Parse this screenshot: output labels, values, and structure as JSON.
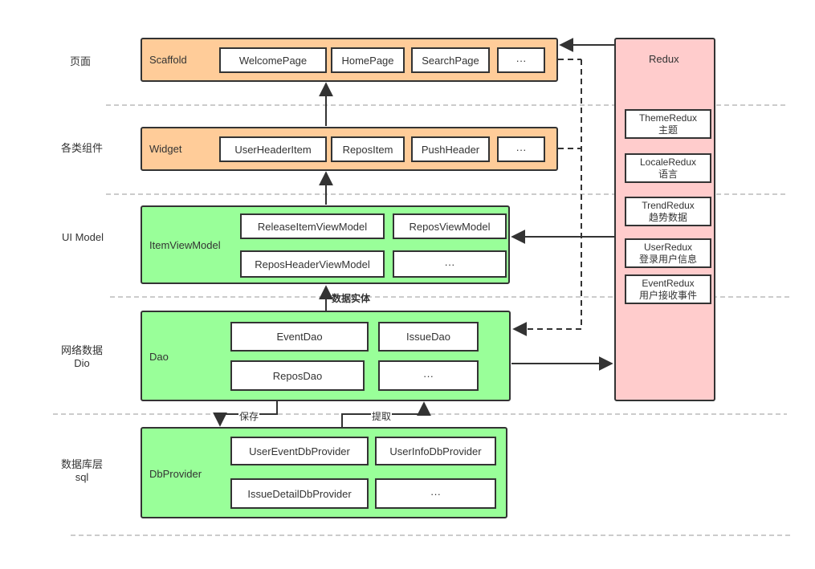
{
  "layers": [
    {
      "id": "page",
      "label": "页面"
    },
    {
      "id": "widget",
      "label": "各类组件"
    },
    {
      "id": "uimodel",
      "label": "UI Model"
    },
    {
      "id": "network",
      "label": "网络数据\nDio"
    },
    {
      "id": "db",
      "label": "数据库层\nsql"
    }
  ],
  "modules": {
    "scaffold": {
      "title": "Scaffold",
      "items": [
        "WelcomePage",
        "HomePage",
        "SearchPage",
        "···"
      ]
    },
    "widget": {
      "title": "Widget",
      "items": [
        "UserHeaderItem",
        "ReposItem",
        "PushHeader",
        "···"
      ]
    },
    "itemviewmodel": {
      "title": "ItemViewModel",
      "items": [
        "ReleaseItemViewModel",
        "ReposViewModel",
        "ReposHeaderViewModel",
        "···"
      ]
    },
    "dao": {
      "title": "Dao",
      "items": [
        "EventDao",
        "IssueDao",
        "ReposDao",
        "···"
      ]
    },
    "dbprovider": {
      "title": "DbProvider",
      "items": [
        "UserEventDbProvider",
        "UserInfoDbProvider",
        "IssueDetailDbProvider",
        "···"
      ]
    },
    "redux": {
      "title": "Redux",
      "items": [
        {
          "name": "ThemeRedux",
          "desc": "主题"
        },
        {
          "name": "LocaleRedux",
          "desc": "语言"
        },
        {
          "name": "TrendRedux",
          "desc": "趋势数据"
        },
        {
          "name": "UserRedux",
          "desc": "登录用户信息"
        },
        {
          "name": "EventRedux",
          "desc": "用户接收事件"
        }
      ]
    }
  },
  "edge_labels": {
    "data_entity": "数据实体",
    "save": "保存",
    "fetch": "提取"
  },
  "colors": {
    "orange": "#ffcc99",
    "green": "#99ff99",
    "pink": "#ffcccc",
    "line": "#333333",
    "separator": "#999999"
  }
}
